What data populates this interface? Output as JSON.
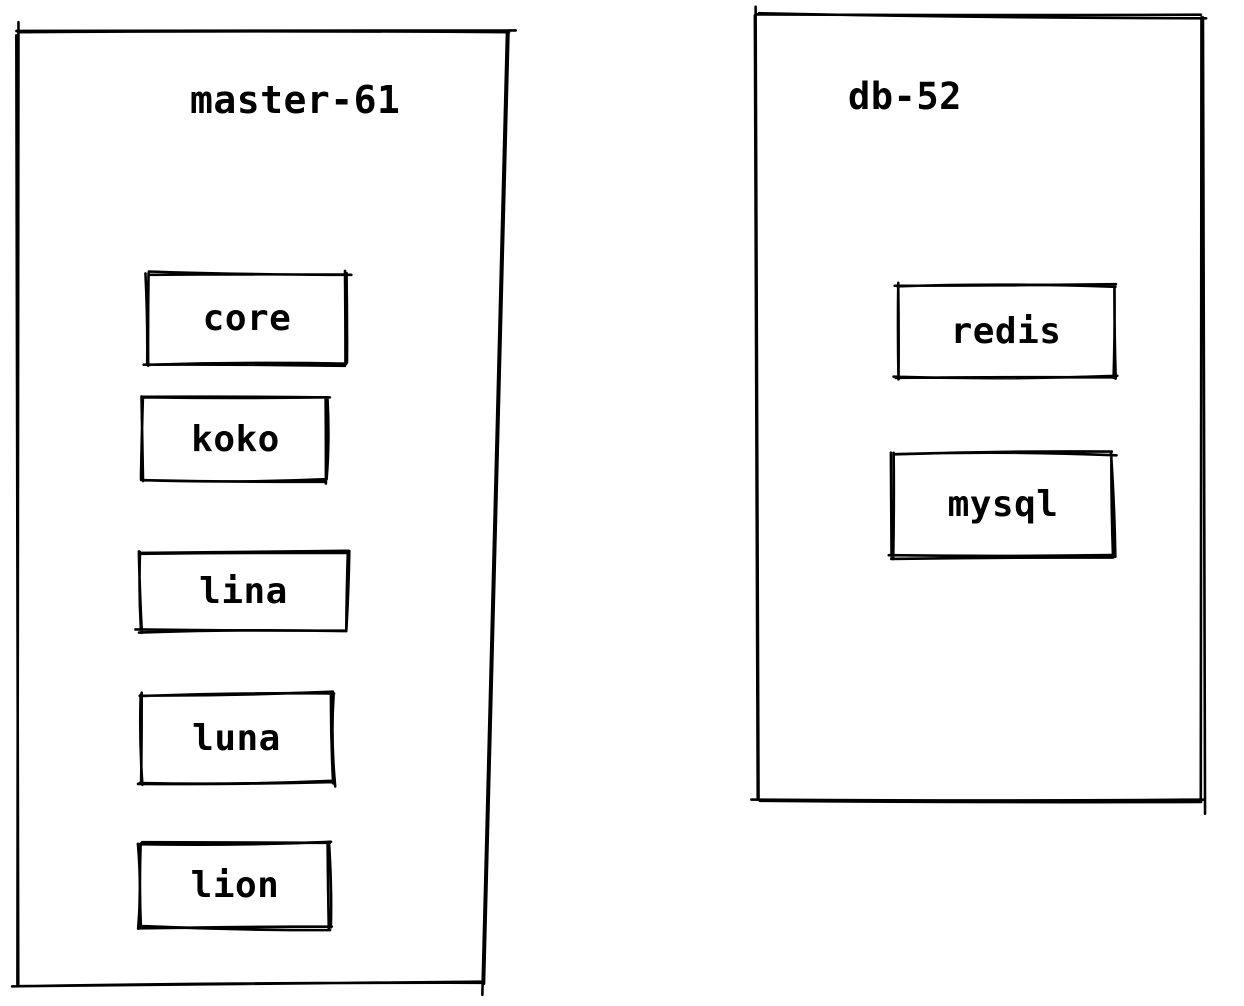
{
  "diagram": {
    "background_color": "#ffffff",
    "stroke_color": "#000000",
    "text_color": "#000000"
  },
  "containers": [
    {
      "label": "master-61",
      "nodes": [
        {
          "label": "core"
        },
        {
          "label": "koko"
        },
        {
          "label": "lina"
        },
        {
          "label": "luna"
        },
        {
          "label": "lion"
        }
      ]
    },
    {
      "label": "db-52",
      "nodes": [
        {
          "label": "redis"
        },
        {
          "label": "mysql"
        }
      ]
    }
  ]
}
